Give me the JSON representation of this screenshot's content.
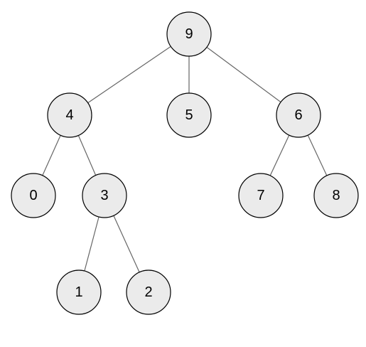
{
  "tree": {
    "nodes": [
      {
        "id": "9",
        "label": "9"
      },
      {
        "id": "4",
        "label": "4"
      },
      {
        "id": "5",
        "label": "5"
      },
      {
        "id": "6",
        "label": "6"
      },
      {
        "id": "0",
        "label": "0"
      },
      {
        "id": "3",
        "label": "3"
      },
      {
        "id": "7",
        "label": "7"
      },
      {
        "id": "8",
        "label": "8"
      },
      {
        "id": "1",
        "label": "1"
      },
      {
        "id": "2",
        "label": "2"
      }
    ],
    "edges": [
      {
        "from": "9",
        "to": "4"
      },
      {
        "from": "9",
        "to": "5"
      },
      {
        "from": "9",
        "to": "6"
      },
      {
        "from": "4",
        "to": "0"
      },
      {
        "from": "4",
        "to": "3"
      },
      {
        "from": "6",
        "to": "7"
      },
      {
        "from": "6",
        "to": "8"
      },
      {
        "from": "3",
        "to": "1"
      },
      {
        "from": "3",
        "to": "2"
      }
    ],
    "colors": {
      "node_fill": "#ebebeb",
      "node_stroke": "#000000",
      "edge": "#666666"
    }
  }
}
